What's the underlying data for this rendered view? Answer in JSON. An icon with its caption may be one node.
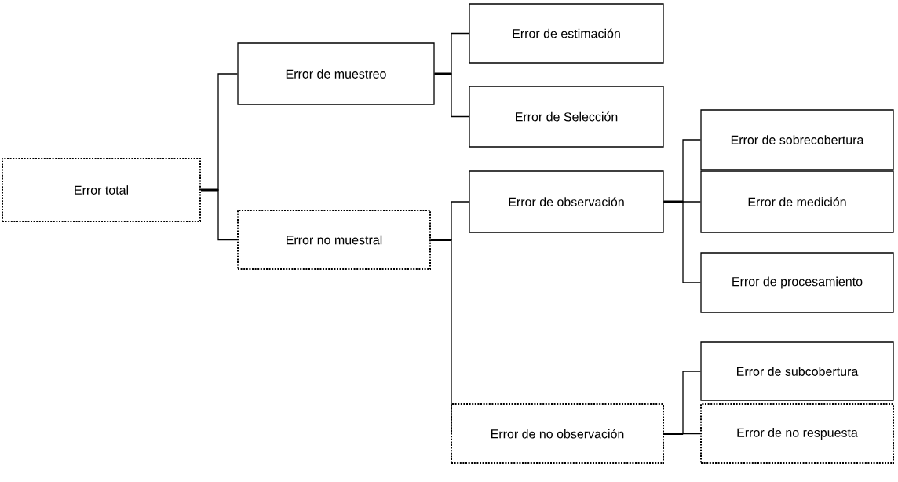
{
  "diagram": {
    "nodes": [
      {
        "text": [
          "Error total"
        ]
      },
      {
        "text": [
          "Error de muestreo"
        ]
      },
      {
        "text": [
          "Error no muestral"
        ]
      },
      {
        "text": [
          "Error de estimación"
        ]
      },
      {
        "text": [
          "Error de Selección"
        ]
      },
      {
        "text": [
          "Error de observación"
        ]
      },
      {
        "text": [
          "Error de no observación"
        ]
      },
      {
        "text": [
          "Error de sobrecobertura"
        ]
      },
      {
        "text": [
          "Error de medición"
        ]
      },
      {
        "text": [
          "Error de procesamiento"
        ]
      },
      {
        "text": [
          "Error de subcobertura"
        ]
      },
      {
        "text": [
          "Error de no respuesta"
        ]
      }
    ],
    "edges": [
      {
        "from": 0,
        "to": 1,
        "arrow": "none"
      },
      {
        "from": 0,
        "to": 2,
        "arrow": "none"
      },
      {
        "from": 1,
        "to": 3,
        "arrow": "none"
      },
      {
        "from": 1,
        "to": 4,
        "arrow": "none"
      },
      {
        "from": 2,
        "to": 5,
        "arrow": "none"
      },
      {
        "from": 2,
        "to": 6,
        "arrow": "none"
      },
      {
        "from": 5,
        "to": 7,
        "arrow": "none"
      },
      {
        "from": 5,
        "to": 8,
        "arrow": "none"
      },
      {
        "from": 5,
        "to": 9,
        "arrow": "none"
      },
      {
        "from": 6,
        "to": 10,
        "arrow": "none"
      },
      {
        "from": 6,
        "to": 11,
        "arrow": "none"
      }
    ]
  }
}
